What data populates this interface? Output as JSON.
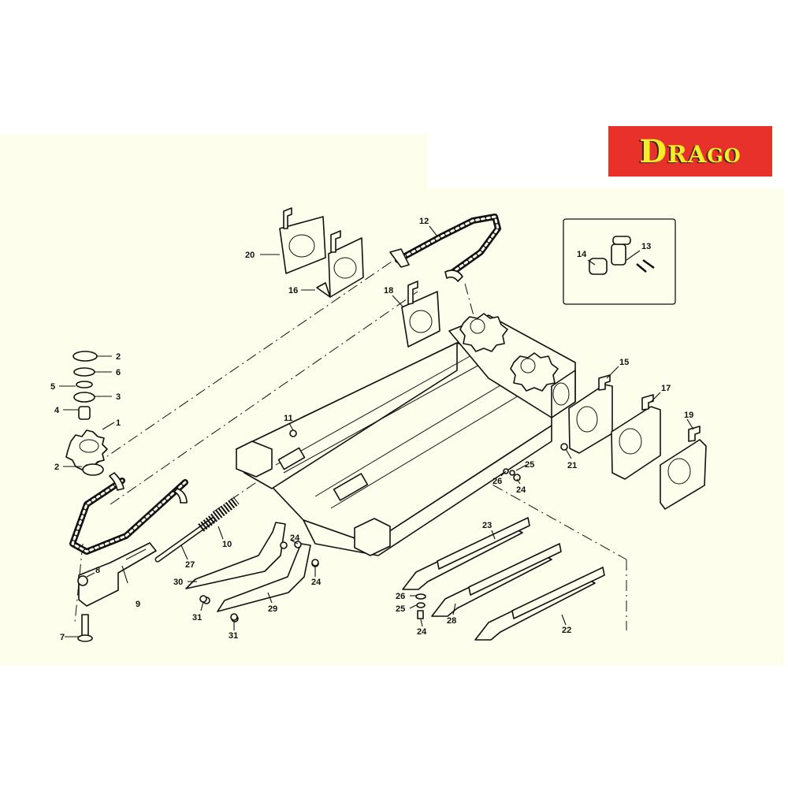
{
  "brand": {
    "logo_text_large": "D",
    "logo_text_mid": "RA",
    "logo_text_small": "GO",
    "logo_background": "#e8312a",
    "logo_text_color": "#f6ec2a"
  },
  "sheet_background": "#fdfeeb",
  "diagram": {
    "type": "exploded parts diagram",
    "subject": "row unit frame / chain drive assembly",
    "callouts": [
      {
        "id": "c2a",
        "number": "2",
        "part": "cap"
      },
      {
        "id": "c6a",
        "number": "6",
        "part": "seal"
      },
      {
        "id": "c5",
        "number": "5",
        "part": "o-ring"
      },
      {
        "id": "c3",
        "number": "3",
        "part": "bearing"
      },
      {
        "id": "c4",
        "number": "4",
        "part": "bushing"
      },
      {
        "id": "c1",
        "number": "1",
        "part": "sprocket"
      },
      {
        "id": "c2b",
        "number": "2",
        "part": "cap"
      },
      {
        "id": "c20",
        "number": "20",
        "part": "bracket"
      },
      {
        "id": "c16",
        "number": "16",
        "part": "bracket"
      },
      {
        "id": "c12",
        "number": "12",
        "part": "gathering chain"
      },
      {
        "id": "c18",
        "number": "18",
        "part": "bracket"
      },
      {
        "id": "c14",
        "number": "14",
        "part": "chain connector link"
      },
      {
        "id": "c13",
        "number": "13",
        "part": "chain link pins"
      },
      {
        "id": "c15",
        "number": "15",
        "part": "gearbox bracket"
      },
      {
        "id": "c17",
        "number": "17",
        "part": "bracket"
      },
      {
        "id": "c19",
        "number": "19",
        "part": "bracket"
      },
      {
        "id": "c11",
        "number": "11",
        "part": "bolt"
      },
      {
        "id": "c21",
        "number": "21",
        "part": "bolt"
      },
      {
        "id": "c25a",
        "number": "25",
        "part": "washer"
      },
      {
        "id": "c26a",
        "number": "26",
        "part": "washer"
      },
      {
        "id": "c24a",
        "number": "24",
        "part": "bolt"
      },
      {
        "id": "c8",
        "number": "8",
        "part": "nut"
      },
      {
        "id": "c9",
        "number": "9",
        "part": "tensioner arm"
      },
      {
        "id": "c7",
        "number": "7",
        "part": "pin"
      },
      {
        "id": "c27",
        "number": "27",
        "part": "rod"
      },
      {
        "id": "c10",
        "number": "10",
        "part": "spring"
      },
      {
        "id": "c30",
        "number": "30",
        "part": "support"
      },
      {
        "id": "c29",
        "number": "29",
        "part": "support"
      },
      {
        "id": "c31a",
        "number": "31",
        "part": "bolt"
      },
      {
        "id": "c31b",
        "number": "31",
        "part": "bolt"
      },
      {
        "id": "c24b",
        "number": "24",
        "part": "bolt"
      },
      {
        "id": "c24c",
        "number": "24",
        "part": "bolt"
      },
      {
        "id": "c23",
        "number": "23",
        "part": "skid plate"
      },
      {
        "id": "c28",
        "number": "28",
        "part": "skid plate"
      },
      {
        "id": "c22",
        "number": "22",
        "part": "skid plate"
      },
      {
        "id": "c26b",
        "number": "26",
        "part": "washer"
      },
      {
        "id": "c25b",
        "number": "25",
        "part": "washer"
      },
      {
        "id": "c24d",
        "number": "24",
        "part": "bolt"
      }
    ]
  }
}
